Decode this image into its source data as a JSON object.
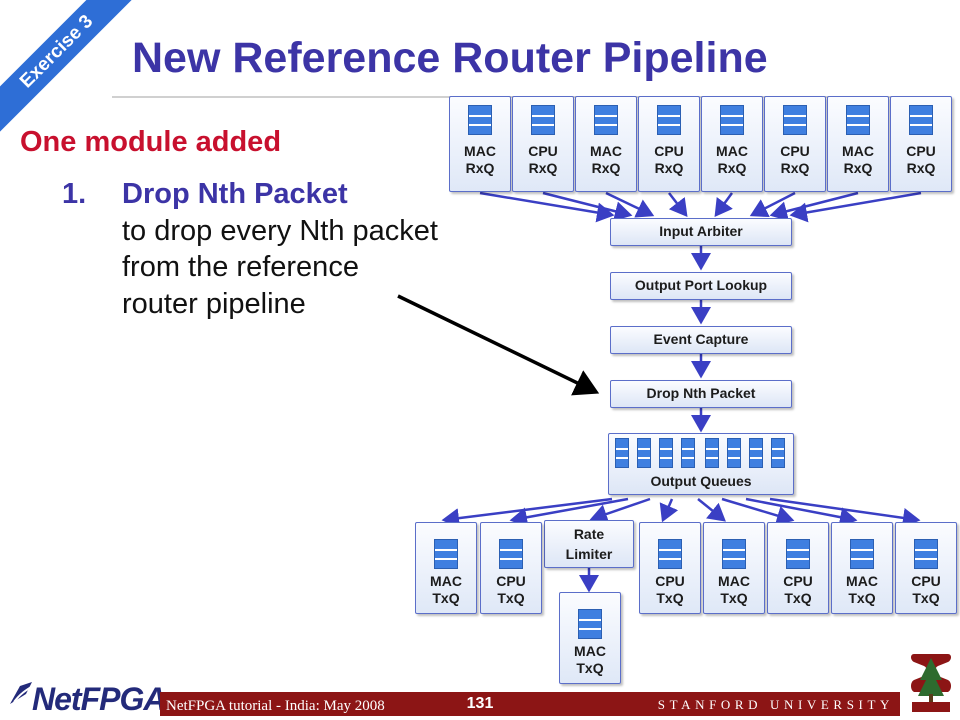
{
  "slide": {
    "corner_banner": "Exercise 3",
    "title": "New Reference Router Pipeline"
  },
  "bullets": {
    "heading": "One module added",
    "item_number": "1.",
    "item_bold": "Drop Nth Packet",
    "item_text": "to drop every Nth packet from the reference router pipeline"
  },
  "diagram": {
    "rx_queues": [
      "MAC\nRxQ",
      "CPU\nRxQ",
      "MAC\nRxQ",
      "CPU\nRxQ",
      "MAC\nRxQ",
      "CPU\nRxQ",
      "MAC\nRxQ",
      "CPU\nRxQ"
    ],
    "modules": [
      "Input Arbiter",
      "Output Port Lookup",
      "Event Capture",
      "Drop Nth Packet"
    ],
    "output_queues_label": "Output Queues",
    "rate_limiter": "Rate\nLimiter",
    "tx_queues": [
      "MAC\nTxQ",
      "CPU\nTxQ",
      "CPU\nTxQ",
      "MAC\nTxQ",
      "CPU\nTxQ",
      "MAC\nTxQ",
      "CPU\nTxQ"
    ],
    "rate_limited_tx": "MAC\nTxQ",
    "colors": {
      "box_border": "#5b6ec9",
      "icon_fill": "#3f7fe0",
      "arrow": "#3a3fc4"
    }
  },
  "footer": {
    "logo": "NetFPGA",
    "tutorial_text": "NetFPGA tutorial - India: May 2008",
    "page_number": "131",
    "university": "STANFORD UNIVERSITY",
    "bar_color": "#8c1515"
  }
}
